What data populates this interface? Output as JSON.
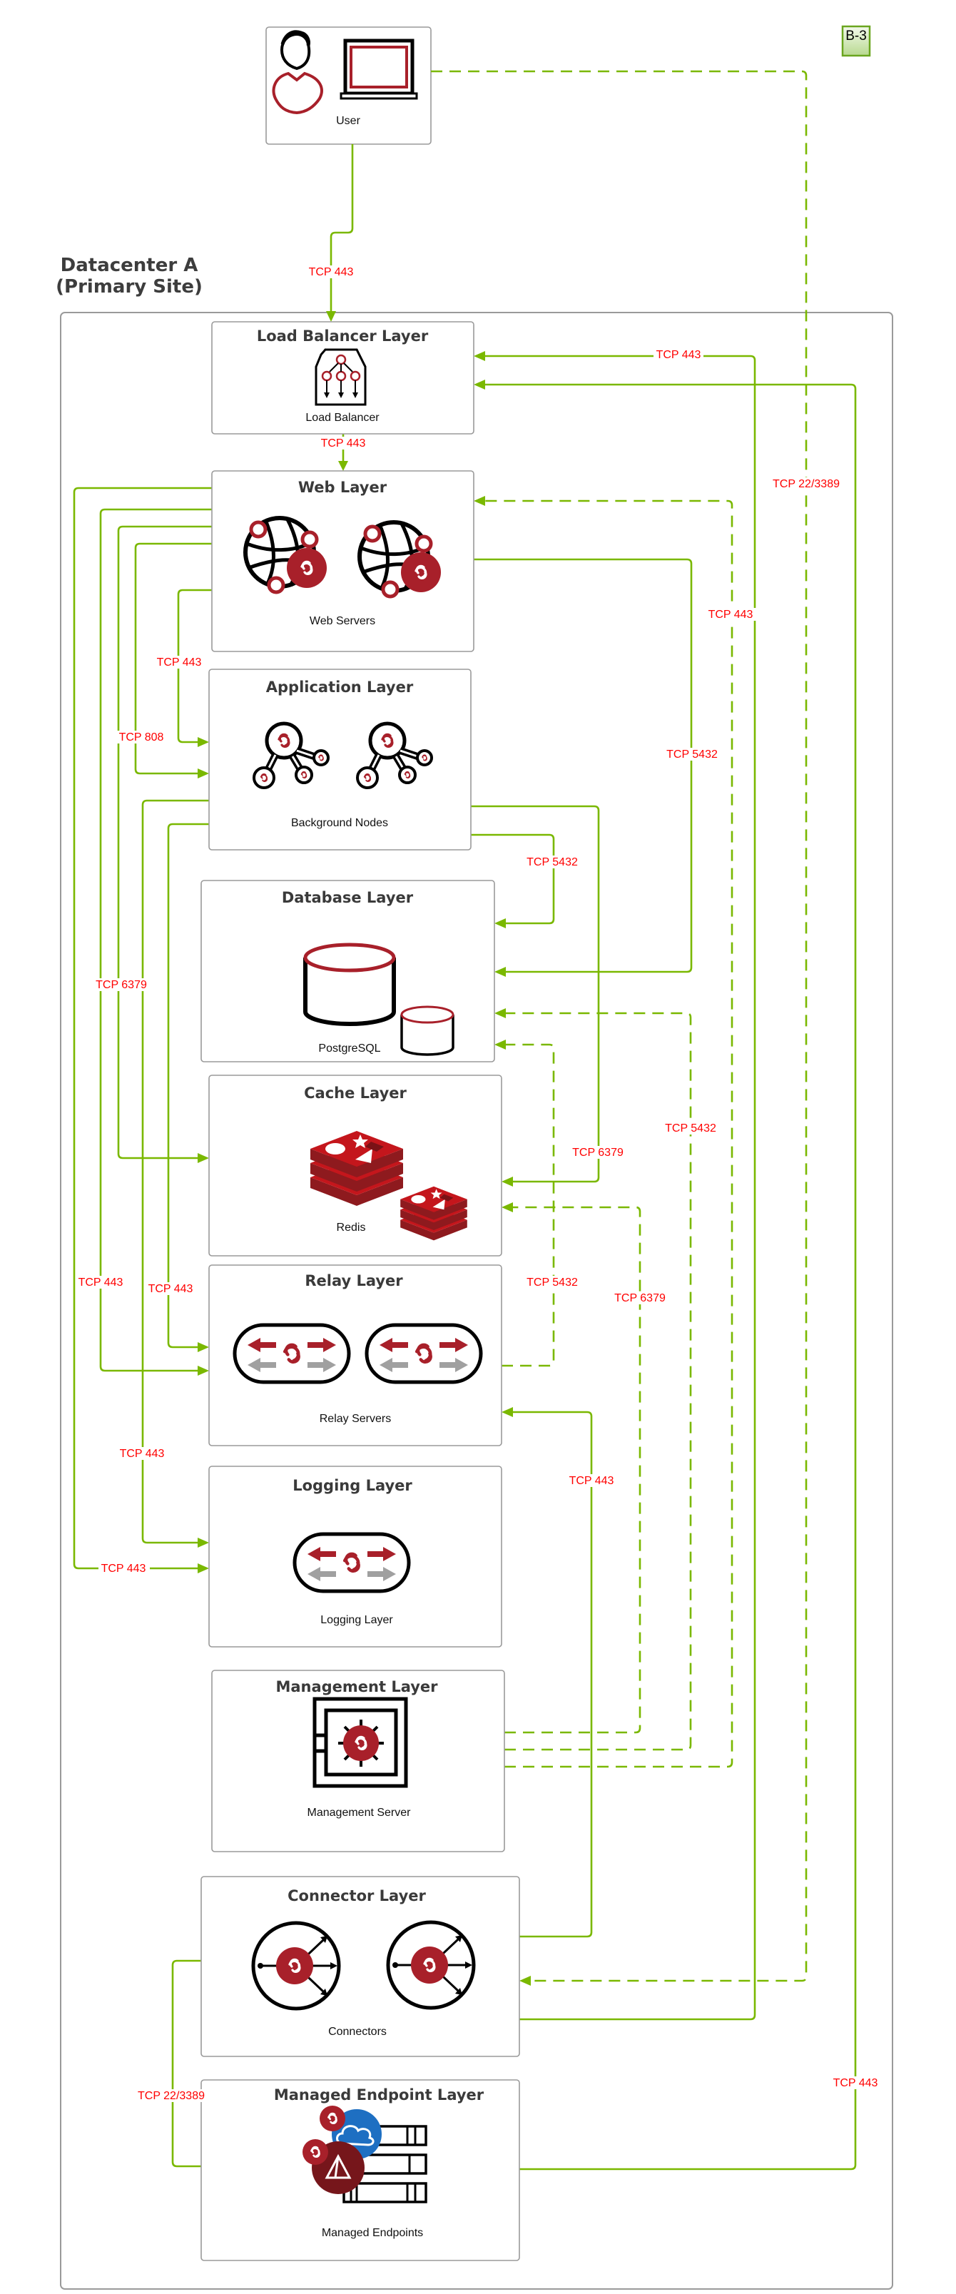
{
  "badge": {
    "label": "B-3",
    "fill_top": "#f3f9ec",
    "fill_bottom": "#b8d98f",
    "border": "#6aa51f"
  },
  "user": {
    "label": "User",
    "icons": [
      "person-icon",
      "laptop-icon"
    ]
  },
  "datacenter": {
    "title_line1": "Datacenter A",
    "title_line2": "(Primary Site)"
  },
  "layers": [
    {
      "id": "lb",
      "title": "Load Balancer Layer",
      "caption": "Load Balancer",
      "icon": "load-balancer-icon"
    },
    {
      "id": "web",
      "title": "Web Layer",
      "caption": "Web Servers",
      "icon": "web-server-globe-icon"
    },
    {
      "id": "app",
      "title": "Application Layer",
      "caption": "Background Nodes",
      "icon": "background-node-icon"
    },
    {
      "id": "db",
      "title": "Database Layer",
      "caption": "PostgreSQL",
      "icon": "database-cylinder-icon"
    },
    {
      "id": "cache",
      "title": "Cache Layer",
      "caption": "Redis",
      "icon": "redis-stack-icon"
    },
    {
      "id": "relay",
      "title": "Relay Layer",
      "caption": "Relay Servers",
      "icon": "relay-server-icon"
    },
    {
      "id": "logging",
      "title": "Logging Layer",
      "caption": "Logging Layer",
      "icon": "logging-server-icon"
    },
    {
      "id": "mgmt",
      "title": "Management Layer",
      "caption": "Management Server",
      "icon": "management-server-vault-icon"
    },
    {
      "id": "connector",
      "title": "Connector Layer",
      "caption": "Connectors",
      "icon": "connector-icon"
    },
    {
      "id": "endpoint",
      "title": "Managed Endpoint Layer",
      "caption": "Managed Endpoints",
      "icon": "managed-endpoints-icon"
    }
  ],
  "connections": [
    {
      "from": "user",
      "to": "lb",
      "port": "TCP 443",
      "style": "solid"
    },
    {
      "from": "lb",
      "to": "web",
      "port": "TCP 443",
      "style": "solid"
    },
    {
      "from": "connector",
      "to": "lb",
      "port": "TCP 443",
      "style": "solid"
    },
    {
      "from": "endpoint",
      "to": "lb",
      "port": "TCP 443",
      "style": "solid"
    },
    {
      "from": "user",
      "to": "connector",
      "port": "TCP 22/3389",
      "style": "dashed"
    },
    {
      "from": "mgmt",
      "to": "web",
      "port": "TCP 443",
      "style": "dashed"
    },
    {
      "from": "web",
      "to": "app",
      "port": "TCP 443",
      "style": "solid"
    },
    {
      "from": "web",
      "to": "app",
      "port": "TCP 808",
      "style": "solid"
    },
    {
      "from": "web",
      "to": "db",
      "port": "TCP 5432",
      "style": "solid"
    },
    {
      "from": "app",
      "to": "db",
      "port": "TCP 5432",
      "style": "solid"
    },
    {
      "from": "app",
      "to": "cache",
      "port": "TCP 6379",
      "style": "solid"
    },
    {
      "from": "web",
      "to": "cache",
      "port": "TCP 6379",
      "style": "solid"
    },
    {
      "from": "mgmt",
      "to": "db",
      "port": "TCP 5432",
      "style": "dashed"
    },
    {
      "from": "relay",
      "to": "db",
      "port": "TCP 5432",
      "style": "dashed"
    },
    {
      "from": "mgmt",
      "to": "cache",
      "port": "TCP 6379",
      "style": "dashed"
    },
    {
      "from": "web",
      "to": "relay",
      "port": "TCP 443",
      "style": "solid"
    },
    {
      "from": "app",
      "to": "relay",
      "port": "TCP 443",
      "style": "solid"
    },
    {
      "from": "app",
      "to": "logging",
      "port": "TCP 443",
      "style": "solid"
    },
    {
      "from": "web",
      "to": "logging",
      "port": "TCP 443",
      "style": "solid"
    },
    {
      "from": "connector",
      "to": "relay",
      "port": "TCP 443",
      "style": "solid"
    },
    {
      "from": "connector",
      "to": "endpoint",
      "port": "TCP 22/3389",
      "style": "solid"
    }
  ],
  "colors": {
    "wire": "#7ab800",
    "port_label": "#ff0000",
    "brand_red": "#a8202a",
    "box_border": "#9a9a9a"
  }
}
